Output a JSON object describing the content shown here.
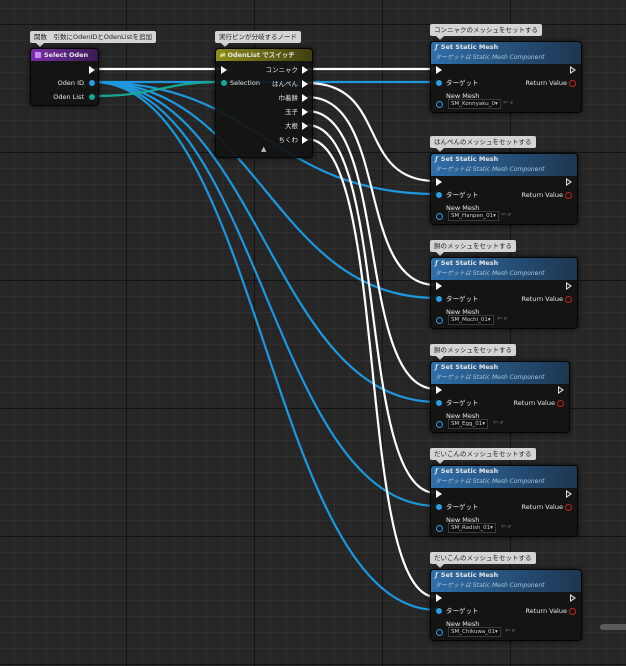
{
  "comments": {
    "select_oden": "関数　引数にOdenIDとOdenListを追加",
    "switch": "実行ピンが分岐するノード",
    "konnyaku": "コンニャクのメッシュをセットする",
    "hanpen": "はんぺんのメッシュをセットする",
    "mochi": "餅のメッシュをセットする",
    "egg": "餅のメッシュをセットする",
    "radish": "だいこんのメッシュをセットする",
    "chikuwa": "だいこんのメッシュをセットする"
  },
  "select_node": {
    "title": "Select Oden",
    "oden_id": "Oden ID",
    "oden_list": "Oden List"
  },
  "switch_node": {
    "title": "OdenList でスイッチ",
    "selection": "Selection",
    "outputs": [
      "コンニャク",
      "はんぺん",
      "巾着餅",
      "玉子",
      "大根",
      "ちくわ"
    ]
  },
  "set_nodes": {
    "title": "Set Static Mesh",
    "subtitle": "ターゲットは Static Mesh Component",
    "target": "ターゲット",
    "return_value": "Return Value",
    "new_mesh": "New Mesh",
    "meshes": [
      "SM_Konnyaku_0▾",
      "SM_Hanpen_01▾",
      "SM_Mochi_01▾",
      "SM_Egg_01▾",
      "SM_Radish_01▾",
      "SM_Chikuwa_01▾"
    ]
  },
  "colors": {
    "exec_wire": "#ffffff",
    "object_wire": "#1e97dc",
    "enum_wire": "#19a795"
  }
}
